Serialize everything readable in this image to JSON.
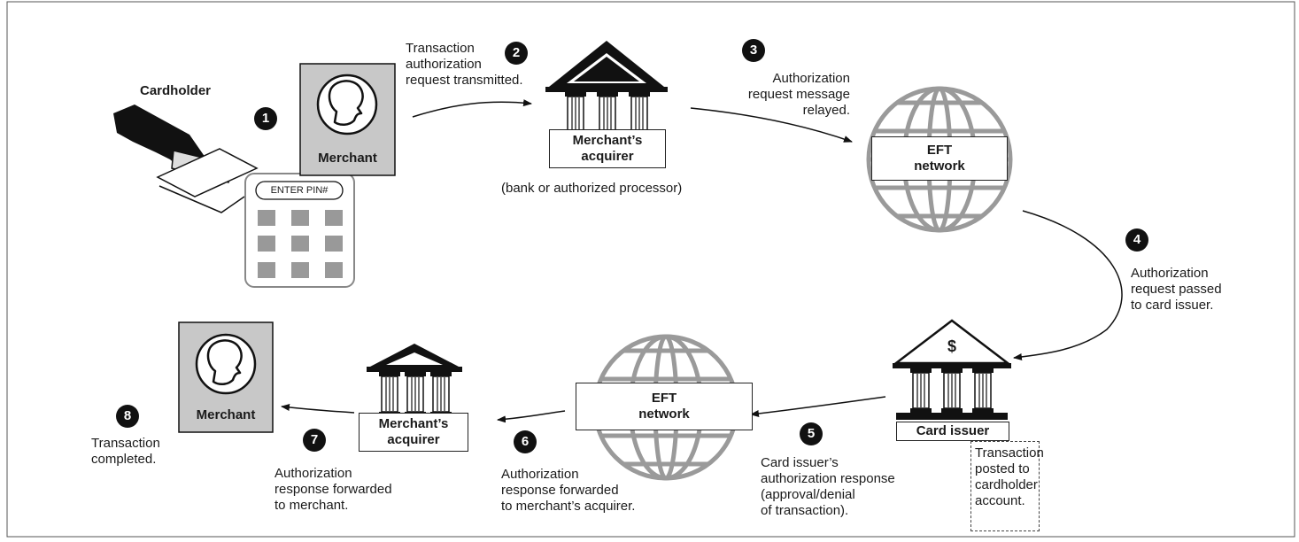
{
  "labels": {
    "cardholder": "Cardholder",
    "merchant_top": "Merchant",
    "merchant_bottom": "Merchant",
    "enter_pin": "ENTER PIN#",
    "acquirer_top": "Merchant’s\nacquirer",
    "acquirer_bottom": "Merchant’s\nacquirer",
    "acquirer_note": "(bank or authorized processor)",
    "eft_top": "EFT\nnetwork",
    "eft_bottom": "EFT\nnetwork",
    "card_issuer": "Card issuer",
    "dollar_sign": "$",
    "issuer_note": "Transaction\nposted to\ncardholder\naccount."
  },
  "steps": [
    {
      "number": "1",
      "text": ""
    },
    {
      "number": "2",
      "text": "Transaction\nauthorization\nrequest transmitted."
    },
    {
      "number": "3",
      "text": "Authorization\nrequest message\nrelayed."
    },
    {
      "number": "4",
      "text": "Authorization\nrequest passed\nto card issuer."
    },
    {
      "number": "5",
      "text": "Card issuer’s\nauthorization response\n(approval/denial\nof transaction)."
    },
    {
      "number": "6",
      "text": "Authorization\nresponse forwarded\nto merchant’s acquirer."
    },
    {
      "number": "7",
      "text": "Authorization\nresponse forwarded\nto merchant."
    },
    {
      "number": "8",
      "text": "Transaction\ncompleted."
    }
  ]
}
